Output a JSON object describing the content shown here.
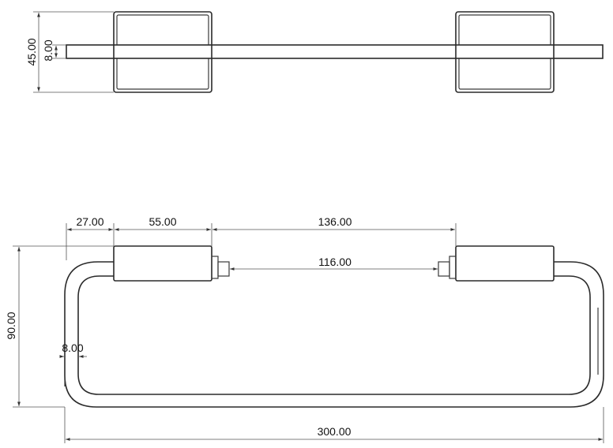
{
  "top_view": {
    "height_dim": "45.00",
    "bar_thickness_dim": "8.00"
  },
  "front_view": {
    "offset_dim": "27.00",
    "mount_width_dim": "55.00",
    "mount_spacing_dim": "136.00",
    "inner_span_dim": "116.00",
    "height_dim": "90.00",
    "rod_diameter_dim": "8.00",
    "overall_width_dim": "300.00"
  }
}
